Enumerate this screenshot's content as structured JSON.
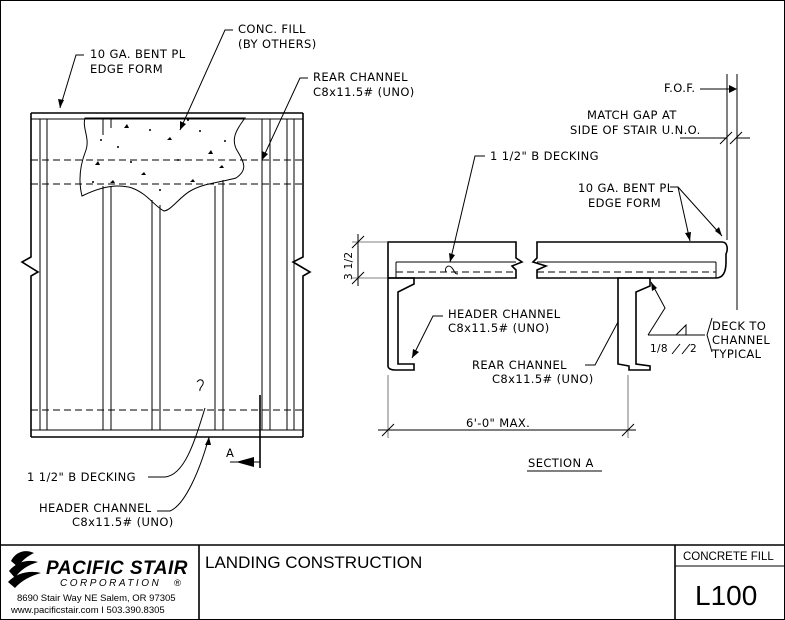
{
  "plan": {
    "edge_form_label_1": "10 GA. BENT PL",
    "edge_form_label_2": "EDGE FORM",
    "conc_fill_label_1": "CONC. FILL",
    "conc_fill_label_2": "(BY OTHERS)",
    "rear_channel_label_1": "REAR CHANNEL",
    "rear_channel_label_2": "C8x11.5# (UNO)",
    "decking_label": "1 1/2\" B DECKING",
    "header_channel_label_1": "HEADER CHANNEL",
    "header_channel_label_2": "C8x11.5# (UNO)",
    "section_cut_tag": "A"
  },
  "section": {
    "fof_label": "F.O.F.",
    "match_gap_label_1": "MATCH GAP AT",
    "match_gap_label_2": "SIDE OF STAIR U.N.O.",
    "decking_label": "1 1/2\" B DECKING",
    "edge_form_label_1": "10 GA. BENT PL",
    "edge_form_label_2": "EDGE FORM",
    "depth_dim": "3 1/2",
    "header_channel_label_1": "HEADER CHANNEL",
    "header_channel_label_2": "C8x11.5# (UNO)",
    "rear_channel_label_1": "REAR CHANNEL",
    "rear_channel_label_2": "C8x11.5# (UNO)",
    "weld_left": "1/8",
    "weld_right": "2",
    "weld_note_1": "DECK TO",
    "weld_note_2": "CHANNEL",
    "weld_note_3": "TYPICAL",
    "span_dim": "6'-0\" MAX.",
    "title": "SECTION A"
  },
  "title_block": {
    "company_name": "PACIFIC STAIR",
    "company_sub": "CORPORATION",
    "registered_mark": "®",
    "address": "8690 Stair Way NE Salem, OR 97305",
    "contact": "www.pacificstair.com  I  503.390.8305",
    "drawing_title": "LANDING CONSTRUCTION",
    "category": "CONCRETE FILL",
    "sheet_number": "L100"
  }
}
